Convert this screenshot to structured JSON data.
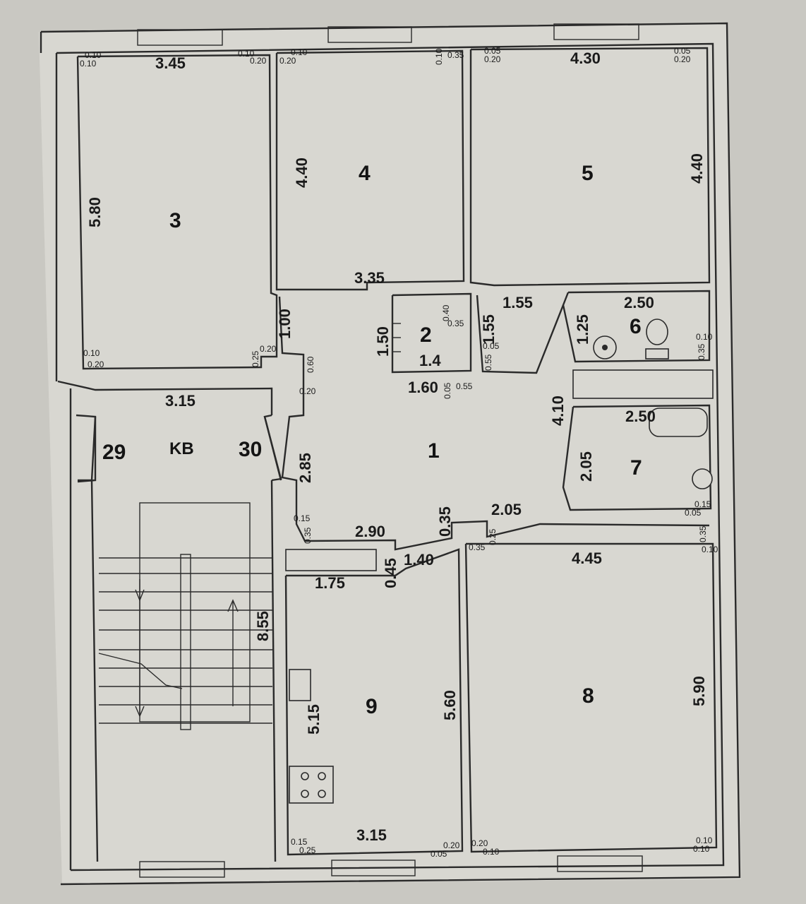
{
  "rooms": {
    "r1": "1",
    "r2": "2",
    "r3": "3",
    "r4": "4",
    "r5": "5",
    "r6": "6",
    "r7": "7",
    "r8": "8",
    "r9": "9"
  },
  "apartments": {
    "left": "29",
    "center": "KB",
    "right": "30"
  },
  "dims": {
    "d_345": "3.45",
    "d_430": "4.30",
    "d_580": "5.80",
    "d_440a": "4.40",
    "d_440b": "4.40",
    "d_335": "3.35",
    "d_155a": "1.55",
    "d_155b": "1.55",
    "d_250a": "2.50",
    "d_250b": "2.50",
    "d_125": "1.25",
    "d_100": "1.00",
    "d_150": "1.50",
    "d_14": "1.4",
    "d_160": "1.60",
    "d_315a": "3.15",
    "d_315b": "3.15",
    "d_410": "4.10",
    "d_205a": "2.05",
    "d_205b": "2.05",
    "d_285": "2.85",
    "d_290": "2.90",
    "d_035": "0.35",
    "d_140": "1.40",
    "d_175": "1.75",
    "d_045": "0.45",
    "d_445": "4.45",
    "d_855": "8.55",
    "d_515": "5.15",
    "d_560": "5.60",
    "d_590": "5.90",
    "d_060": "0.60"
  },
  "small": {
    "s01": "0.10",
    "s02": "0.10",
    "s03": "0.10",
    "s04": "0.20",
    "s05": "0.10",
    "s06": "0.20",
    "s07": "0.10",
    "s08": "0.35",
    "s09": "0.05",
    "s10": "0.20",
    "s11": "0.05",
    "s12": "0.20",
    "s13": "0.40",
    "s14": "0.35",
    "s15": "0.05",
    "s16": "0.55",
    "s17": "0.55",
    "s18": "0.05",
    "s19": "0.10",
    "s20": "0.35",
    "s21": "0.10",
    "s22": "0.20",
    "s23": "0.25",
    "s24": "0.20",
    "s25": "0.20",
    "s26": "0.15",
    "s27": "0.35",
    "s28": "0.35",
    "s29": "0.25",
    "s30": "0.15",
    "s31": "0.05",
    "s32": "0.35",
    "s33": "0.10",
    "s34": "0.15",
    "s35": "0.25",
    "s36": "0.20",
    "s37": "0.05",
    "s38": "0.20",
    "s39": "0.10",
    "s40": "0.10",
    "s41": "0.10"
  }
}
